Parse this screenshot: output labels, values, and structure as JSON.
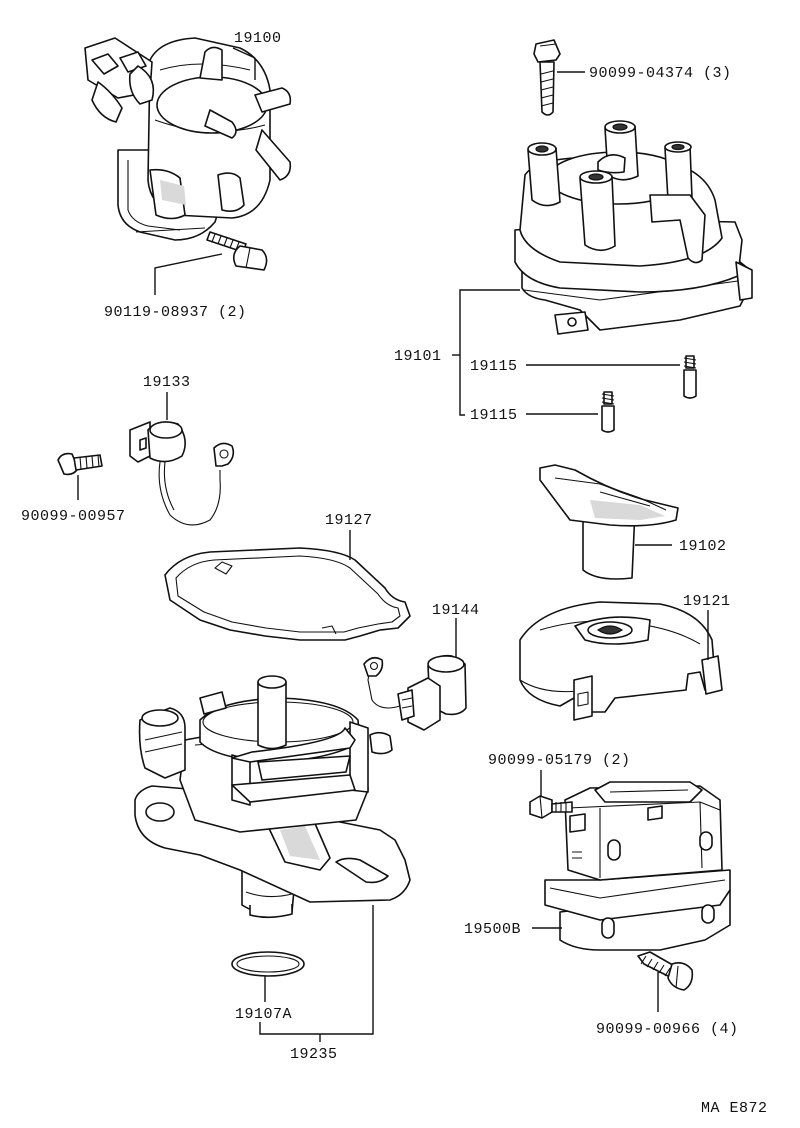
{
  "labels": {
    "p19100": "19100",
    "p90099_04374": "90099-04374 (3)",
    "p90119_08937": "90119-08937 (2)",
    "p19101": "19101",
    "p19115_a": "19115",
    "p19115_b": "19115",
    "p19133": "19133",
    "p90099_00957": "90099-00957",
    "p19127": "19127",
    "p19102": "19102",
    "p19144": "19144",
    "p19121": "19121",
    "p90099_05179": "90099-05179 (2)",
    "p19500B": "19500B",
    "p90099_00966": "90099-00966 (4)",
    "p19107A": "19107A",
    "p19235": "19235",
    "code": "MA E872"
  }
}
